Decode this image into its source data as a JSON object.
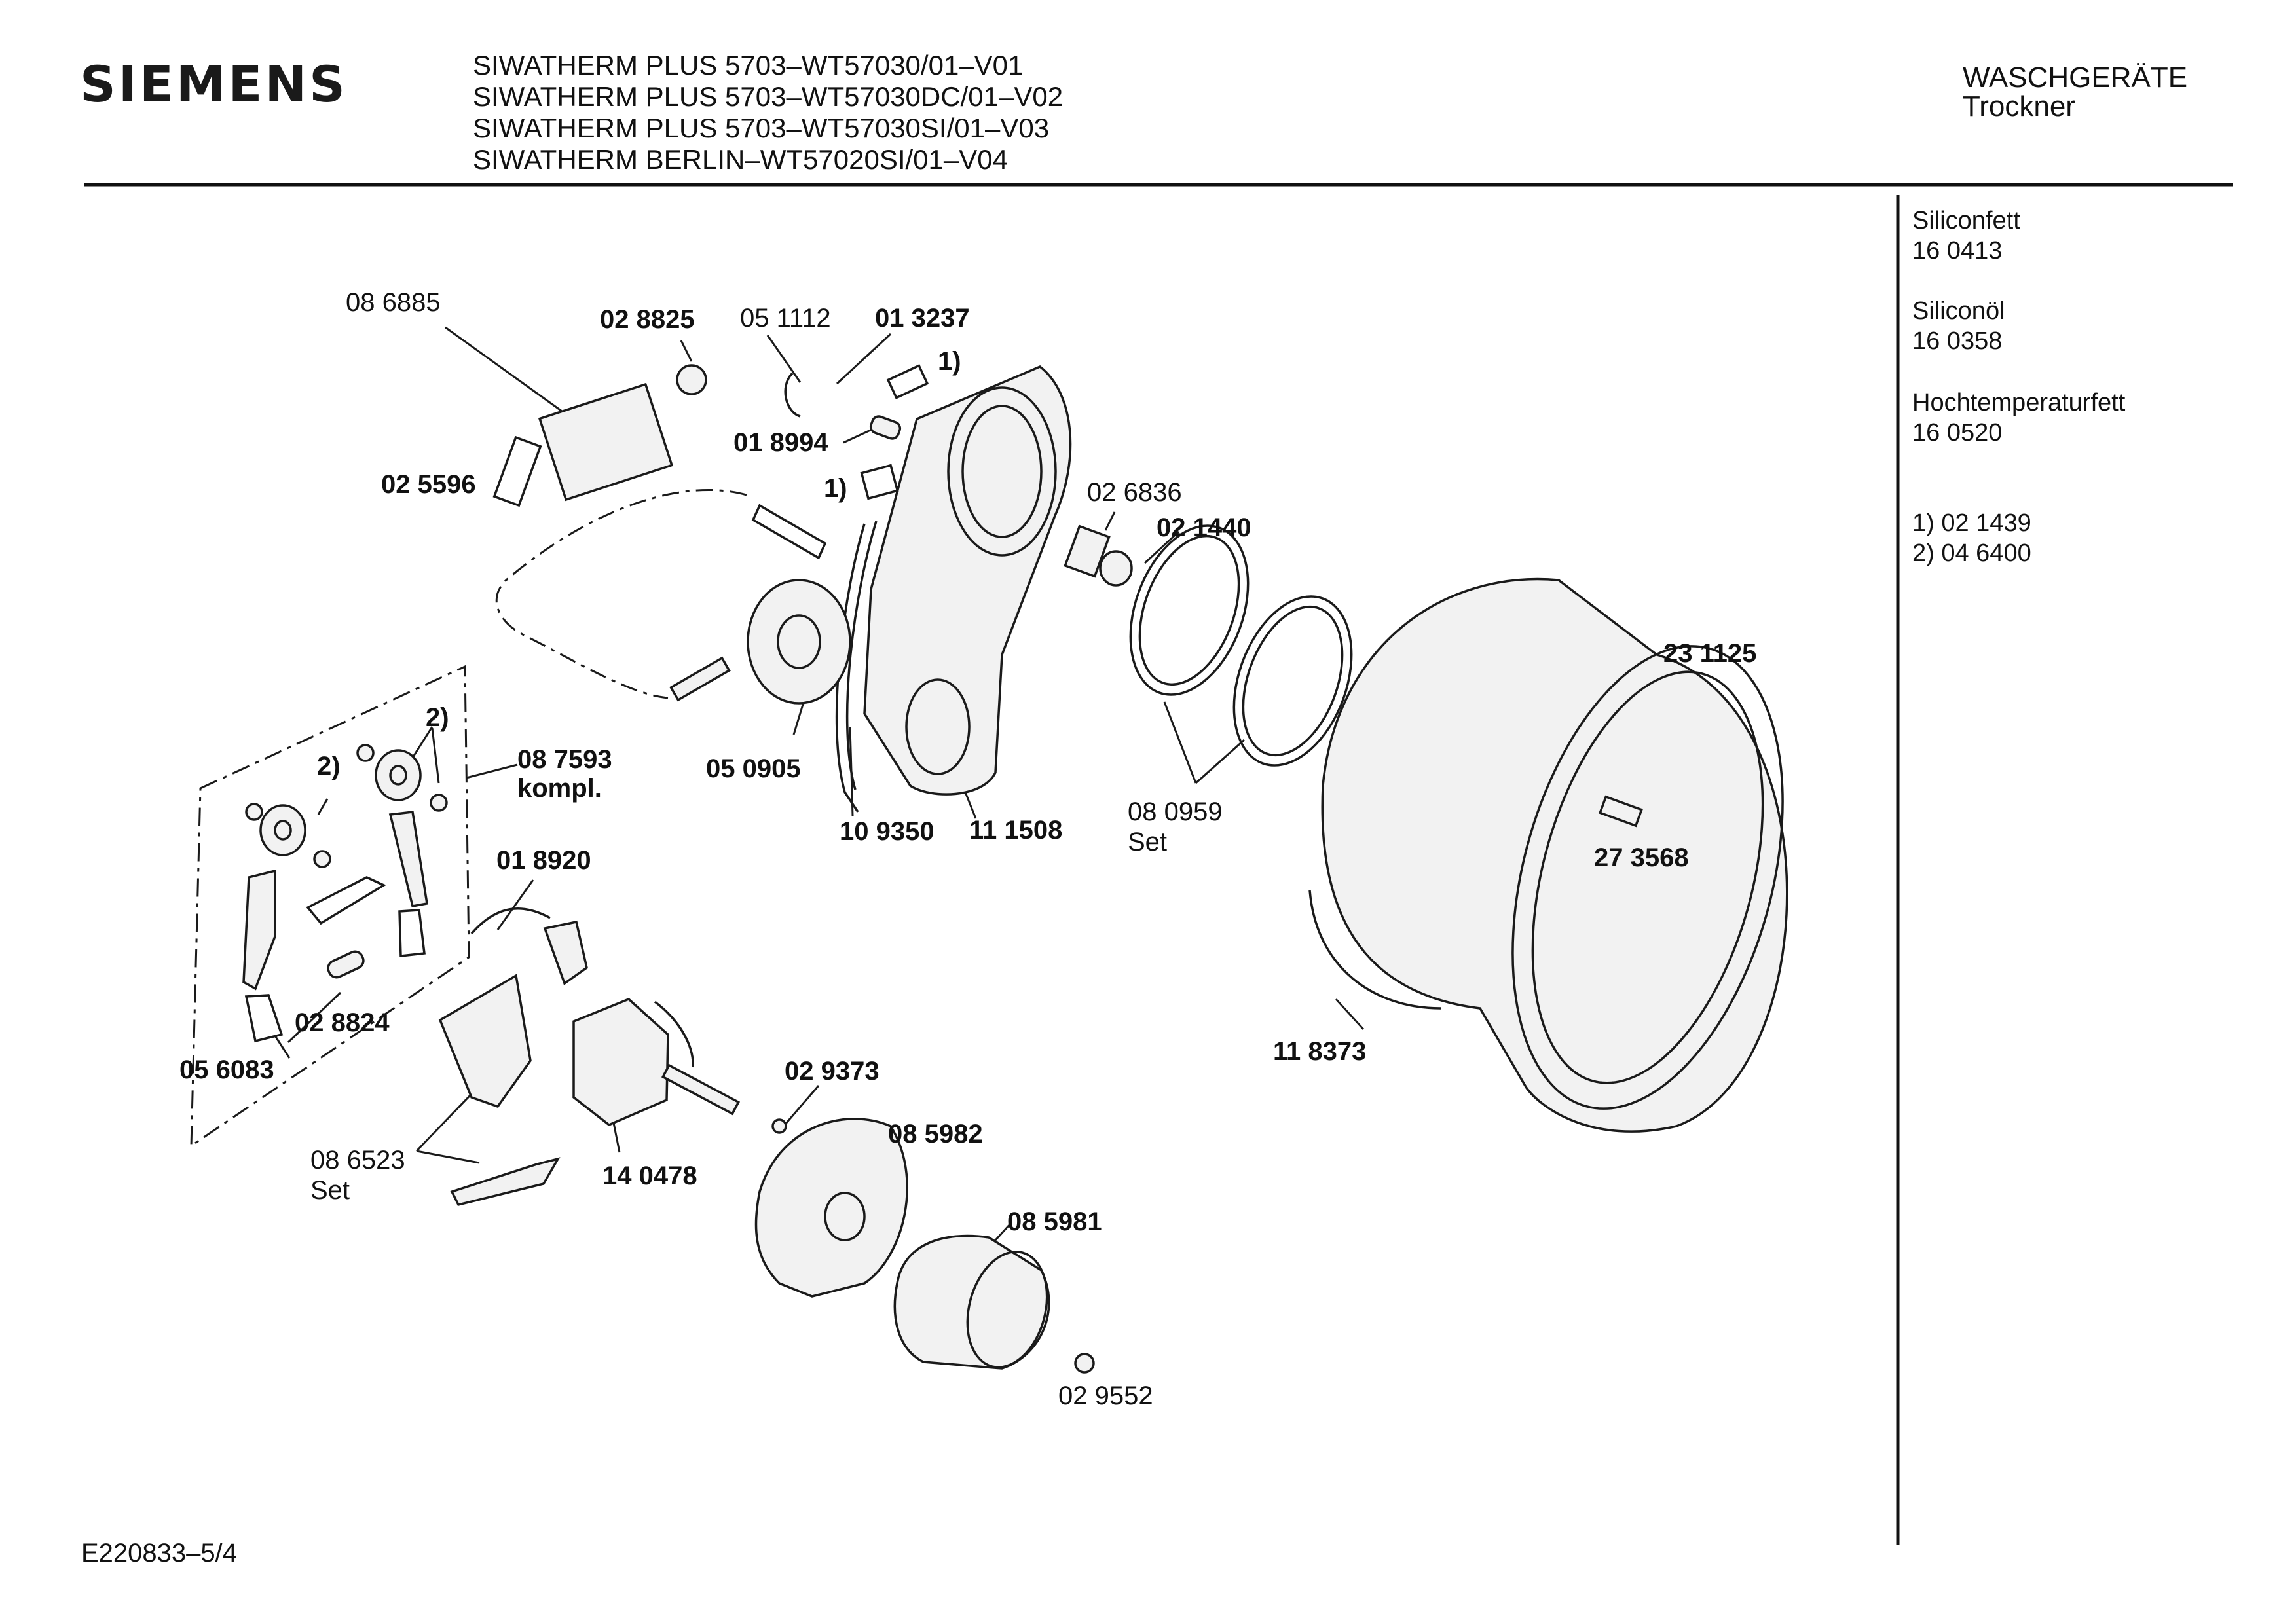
{
  "header": {
    "brand": "SIEMENS",
    "models": [
      "SIWATHERM PLUS 5703–WT57030/01–V01",
      "SIWATHERM PLUS 5703–WT57030DC/01–V02",
      "SIWATHERM PLUS 5703–WT57030SI/01–V03",
      "SIWATHERM BERLIN–WT57020SI/01–V04"
    ],
    "category": "WASCHGERÄTE",
    "subcategory": "Trockner"
  },
  "sidebar": {
    "lubricants": [
      {
        "name": "Siliconfett",
        "number": "16 0413"
      },
      {
        "name": "Siliconöl",
        "number": "16 0358"
      },
      {
        "name": "Hochtemperaturfett",
        "number": "16 0520"
      }
    ],
    "footnotes": [
      "1)  02 1439",
      "2)  04 6400"
    ]
  },
  "parts": {
    "p086885": "08 6885",
    "p028825": "02 8825",
    "p051112": "05 1112",
    "p013237": "01 3237",
    "p018994": "01 8994",
    "p025596": "02 5596",
    "fn1a": "1)",
    "fn1b": "1)",
    "p026836": "02 6836",
    "p021440": "02 1440",
    "p231125": "23 1125",
    "fn2a": "2)",
    "fn2b": "2)",
    "p087593": "08 7593",
    "kompl": "kompl.",
    "p050905": "05 0905",
    "p109350": "10 9350",
    "p111508": "11 1508",
    "p080959": "08 0959",
    "set1": "Set",
    "p273568": "27 3568",
    "p018920": "01 8920",
    "p028824": "02 8824",
    "p056083": "05 6083",
    "p118373": "11 8373",
    "p029373": "02 9373",
    "p085982": "08 5982",
    "p086523": "08 6523",
    "set2": "Set",
    "p140478": "14 0478",
    "p085981": "08 5981",
    "p029552": "02 9552"
  },
  "footer": {
    "code": "E220833–5/4"
  }
}
